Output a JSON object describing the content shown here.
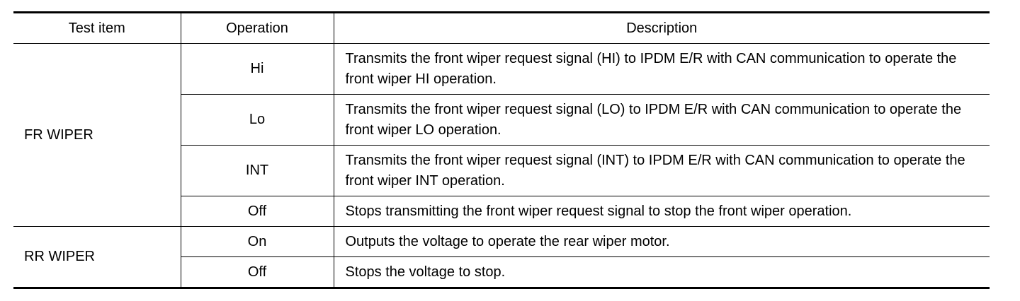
{
  "table": {
    "headers": [
      "Test item",
      "Operation",
      "Description"
    ],
    "groups": [
      {
        "item": "FR WIPER",
        "rows": [
          {
            "operation": "Hi",
            "description": "Transmits the front wiper request signal (HI) to IPDM E/R with CAN communication to operate the front wiper HI operation."
          },
          {
            "operation": "Lo",
            "description": "Transmits the front wiper request signal (LO) to IPDM E/R with CAN communication to operate the front wiper LO operation."
          },
          {
            "operation": "INT",
            "description": "Transmits the front wiper request signal (INT) to IPDM E/R with CAN communication to operate the front wiper INT operation."
          },
          {
            "operation": "Off",
            "description": "Stops transmitting the front wiper request signal to stop the front wiper operation."
          }
        ]
      },
      {
        "item": "RR WIPER",
        "rows": [
          {
            "operation": "On",
            "description": "Outputs the voltage to operate the rear wiper motor."
          },
          {
            "operation": "Off",
            "description": "Stops the voltage to stop."
          }
        ]
      }
    ]
  }
}
